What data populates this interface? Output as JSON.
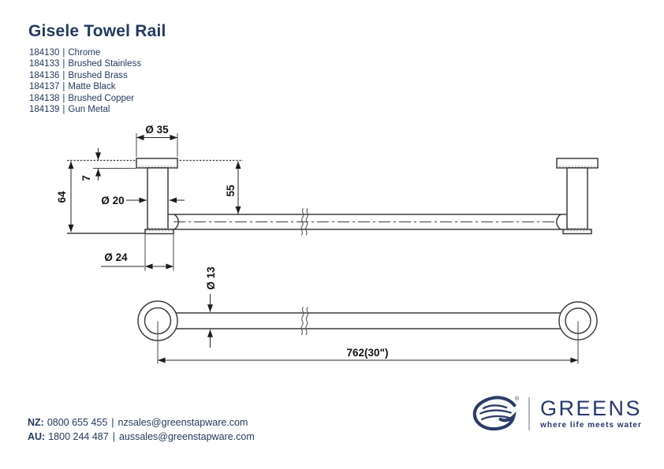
{
  "header": {
    "title": "Gisele Towel Rail"
  },
  "variants": [
    {
      "code": "184130",
      "sep": "|",
      "finish": "Chrome"
    },
    {
      "code": "184133",
      "sep": "|",
      "finish": "Brushed Stainless"
    },
    {
      "code": "184136",
      "sep": "|",
      "finish": "Brushed Brass"
    },
    {
      "code": "184137",
      "sep": "|",
      "finish": "Matte Black"
    },
    {
      "code": "184138",
      "sep": "|",
      "finish": "Brushed Copper"
    },
    {
      "code": "184139",
      "sep": "|",
      "finish": "Gun Metal"
    }
  ],
  "drawing": {
    "front_view": {
      "cap_width": "Ø 35",
      "cap_thickness": "7",
      "overall_height": "64",
      "post_diameter": "Ø 20",
      "rail_top_height": "55",
      "base_diameter": "Ø 24"
    },
    "plan_view": {
      "rail_diameter": "Ø 13",
      "overall_length": "762(30\")"
    }
  },
  "footer": {
    "nz": {
      "label": "NZ:",
      "phone": "0800 655 455",
      "sep": "|",
      "email": "nzsales@greenstapware.com"
    },
    "au": {
      "label": "AU:",
      "phone": "1800 244 487",
      "sep": "|",
      "email": "aussales@greenstapware.com"
    }
  },
  "brand": {
    "registered": "®",
    "name": "GREENS",
    "tagline": "where life meets water"
  },
  "colors": {
    "text_navy": "#233a5e",
    "brand_navy": "#2b3c68",
    "line_dark": "#3d3d40",
    "dim_text": "#141414",
    "divider_gray": "#b3b6ba"
  }
}
